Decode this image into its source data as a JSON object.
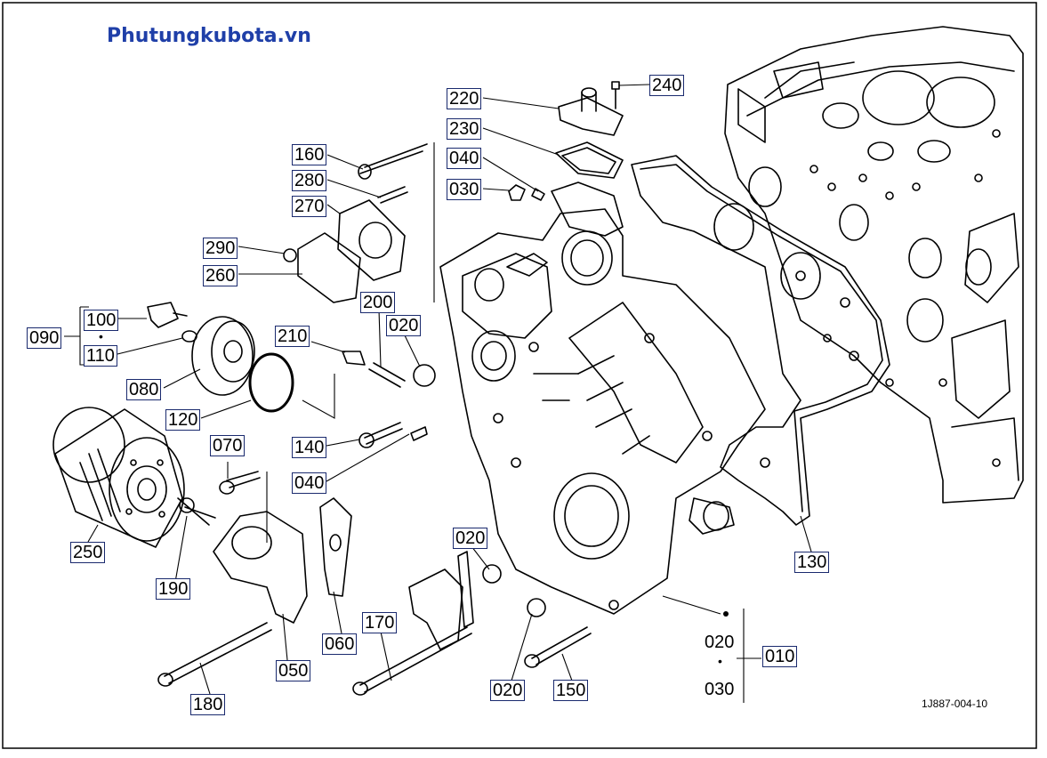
{
  "watermark": "Phutungkubota.vn",
  "drawing_code": "1J887-004-10",
  "callouts": {
    "c220": "220",
    "c240": "240",
    "c230": "230",
    "c040a": "040",
    "c030a": "030",
    "c160": "160",
    "c280": "280",
    "c270": "270",
    "c290": "290",
    "c260": "260",
    "c200": "200",
    "c020a": "020",
    "c210": "210",
    "c090": "090",
    "c100": "100",
    "c110": "110",
    "c080": "080",
    "c120": "120",
    "c140": "140",
    "c040b": "040",
    "c070": "070",
    "c250": "250",
    "c190": "190",
    "c050": "050",
    "c060": "060",
    "c180": "180",
    "c170": "170",
    "c020b": "020",
    "c020c": "020",
    "c150": "150",
    "c130": "130",
    "c010": "010",
    "c020d": "020",
    "c030b": "030"
  },
  "group_separator": "•",
  "colors": {
    "line": "#000000",
    "callout_border": "#1a2a6e",
    "watermark": "#1f3fa8"
  }
}
